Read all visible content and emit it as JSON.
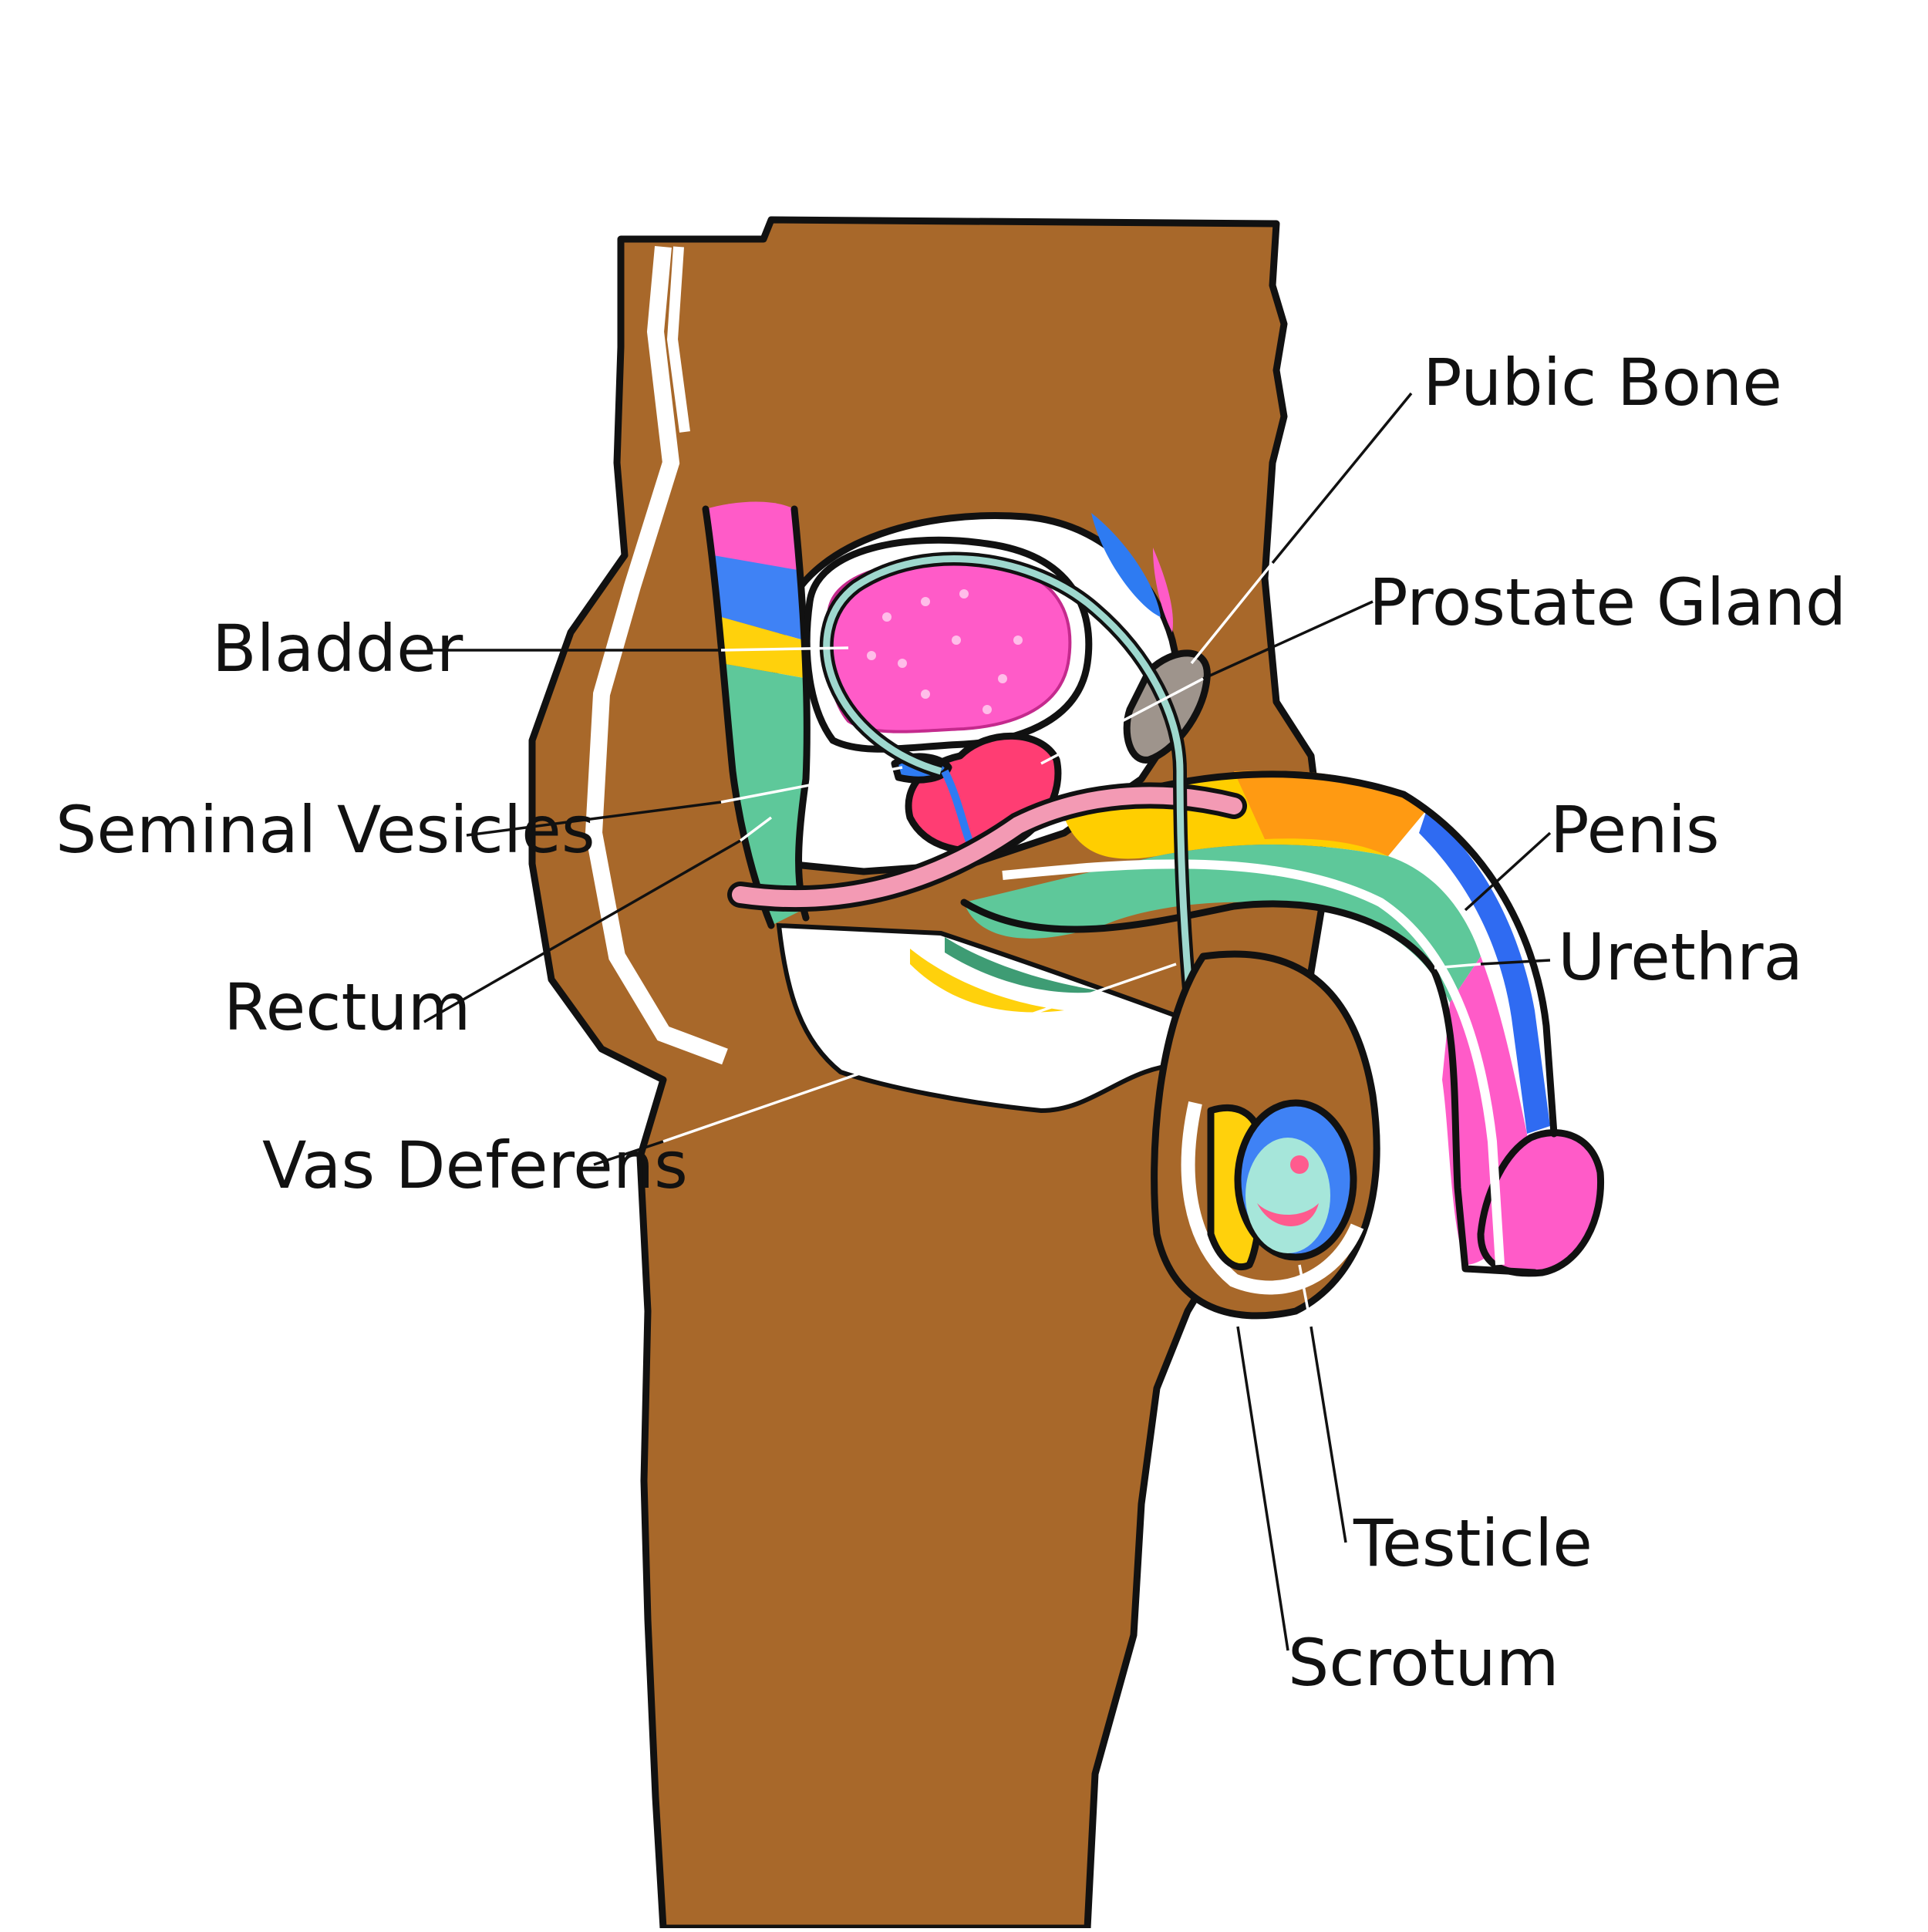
{
  "labels": {
    "pubic_bone": "Pubic Bone",
    "prostate_gland": "Prostate Gland",
    "bladder": "Bladder",
    "seminal_vesicles": "Seminal Vesicles",
    "penis": "Penis",
    "urethra": "Urethra",
    "rectum": "Rectum",
    "vas_deferens": "Vas Deferens",
    "testicle": "Testicle",
    "scrotum": "Scrotum"
  },
  "colors": {
    "skin": "#A8682A",
    "outline": "#111111",
    "bladder": "#FF5BC8",
    "prostate": "#FF3D73",
    "pubic_bone": "#9E948C",
    "seminal_vesicles": "#2E7BF2",
    "vas_deferens": "#9ED8CE",
    "rectum_pink": "#FF5BC8",
    "rectum_blue": "#3F82F5",
    "rectum_yellow": "#FFD10C",
    "rectum_green": "#5EC89A",
    "penis_yellow": "#FFCE00",
    "penis_orange": "#FF9A12",
    "penis_green": "#5EC89A",
    "penis_blue": "#2F6BF2",
    "penis_pink": "#FF5BC8",
    "urethra": "#F39AB4",
    "testicle_outer": "#3F82F5",
    "testicle_inner": "#A6E6DA",
    "testicle_spot": "#FF5B8E",
    "epididymis": "#FFD10C"
  }
}
